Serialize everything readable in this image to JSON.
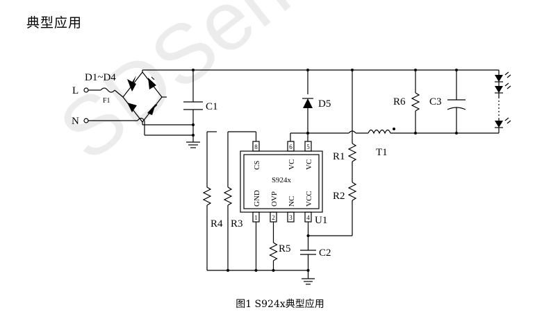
{
  "heading": "典型应用",
  "watermark": "SDSemi",
  "caption": "图1 S924x典型应用",
  "ic": {
    "name": "S924x",
    "designator": "U1",
    "top_pins": {
      "p8": "8",
      "p6": "6",
      "p5": "5"
    },
    "bottom_pins": {
      "p1": "1",
      "p2": "2",
      "p3": "3",
      "p4": "4"
    },
    "top_labels": {
      "cs": "CS",
      "vc1": "VC",
      "vc2": "VC"
    },
    "bottom_labels": {
      "gnd": "GND",
      "ovp": "OVP",
      "nc": "NC",
      "vcc": "VCC"
    }
  },
  "labels": {
    "bridge": "D1~D4",
    "l": "L",
    "n": "N",
    "fuse": "F1",
    "c1": "C1",
    "d5": "D5",
    "r6": "R6",
    "c3": "C3",
    "r1": "R1",
    "r2": "R2",
    "t1": "T1",
    "r4": "R4",
    "r3": "R3",
    "r5": "R5",
    "c2": "C2"
  }
}
